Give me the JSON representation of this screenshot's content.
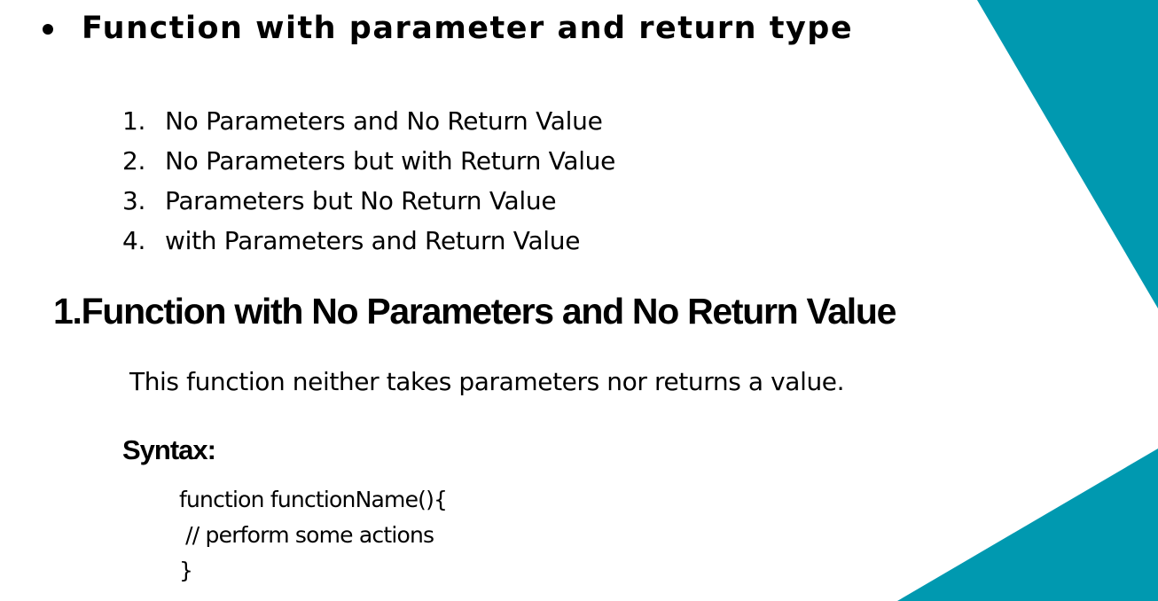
{
  "slide": {
    "bullet_heading": "Function with parameter and return type",
    "list_items": [
      {
        "marker": "1.",
        "text": "No Parameters and No Return Value"
      },
      {
        "marker": "2.",
        "text": "No Parameters but with Return Value"
      },
      {
        "marker": "3.",
        "text": "Parameters but No Return Value"
      },
      {
        "marker": "4.",
        "text": "with Parameters and Return Value"
      }
    ],
    "section_heading": "1.Function with No Parameters and No Return Value",
    "description": "This function neither takes parameters nor returns a value.",
    "syntax_label": "Syntax:",
    "code_lines": [
      "function functionName(){",
      " // perform some actions",
      "}"
    ]
  },
  "colors": {
    "accent": "#0099B0",
    "text": "#000000",
    "background": "#FFFFFF"
  }
}
